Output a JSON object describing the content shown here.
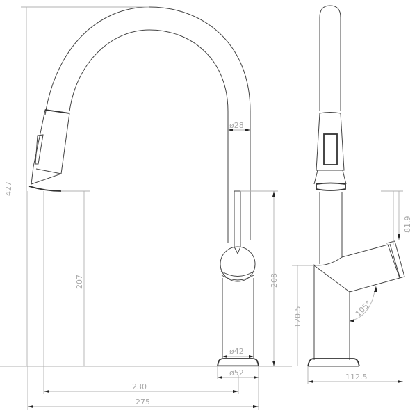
{
  "drawing": {
    "subject": "Pull-down kitchen faucet dimension drawing",
    "units": "mm",
    "stroke_color": "#444444",
    "dimension_color": "#b0b0b0",
    "front_view": {
      "total_height": "427",
      "spout_outlet_height": "207",
      "lever_top_height": "208",
      "spout_tube_diameter": "ø28",
      "body_diameter": "ø42",
      "base_diameter": "ø52",
      "spout_reach": "230",
      "overall_width": "275"
    },
    "side_view": {
      "handle_length": "81.9",
      "body_height": "120.5",
      "handle_angle": "105°",
      "base_depth": "112.5"
    }
  }
}
